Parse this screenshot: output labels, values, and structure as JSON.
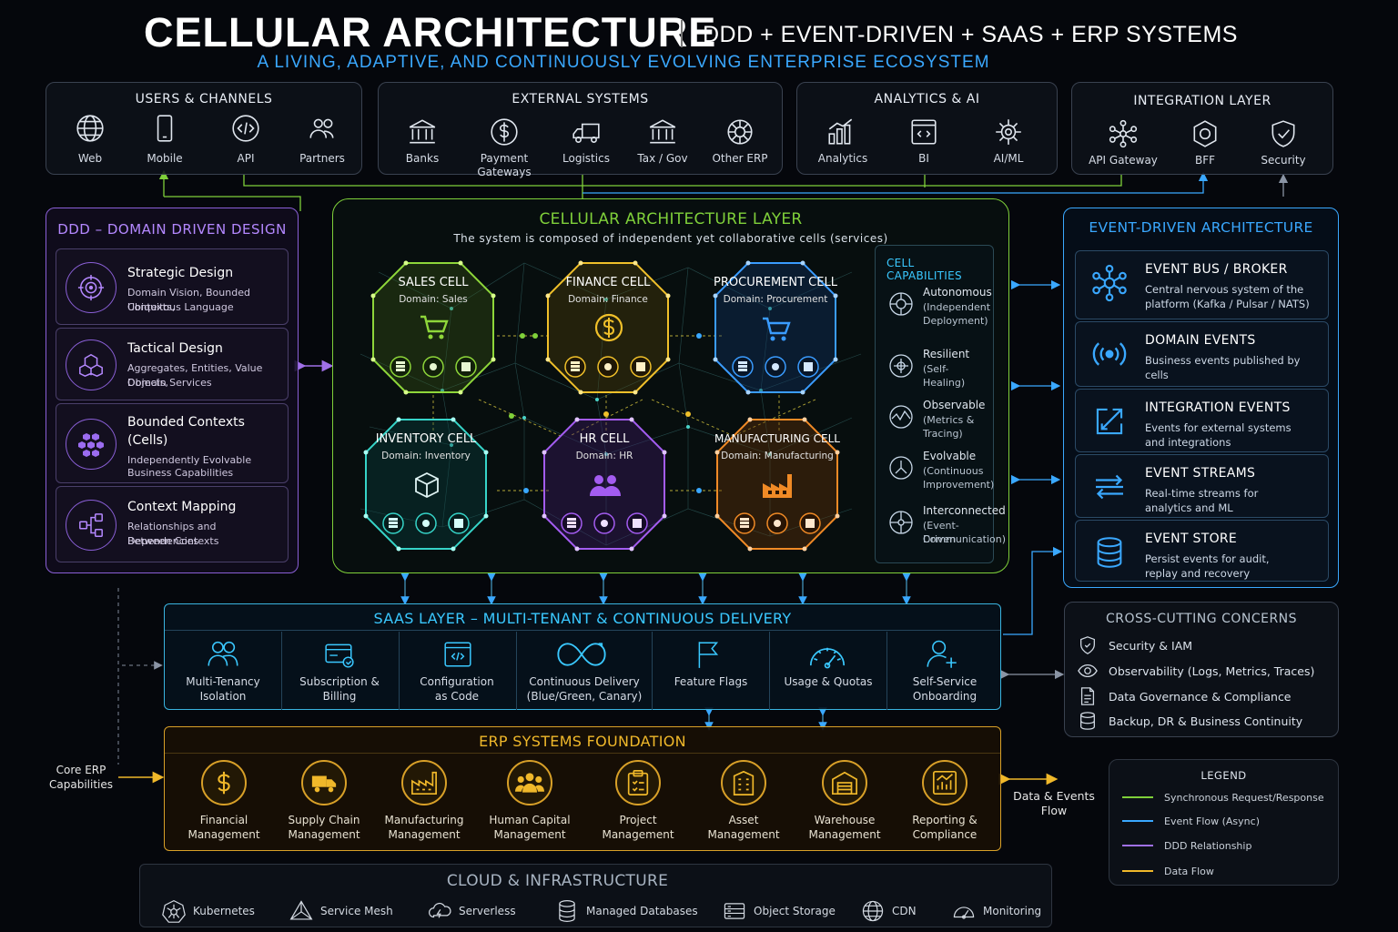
{
  "header": {
    "title": "CELLULAR ARCHITECTURE",
    "subtitle": "DDD + EVENT-DRIVEN + SAAS + ERP SYSTEMS",
    "tagline": "A LIVING, ADAPTIVE, AND CONTINUOUSLY EVOLVING ENTERPRISE ECOSYSTEM"
  },
  "users": {
    "title": "USERS & CHANNELS",
    "items": [
      "Web",
      "Mobile",
      "API",
      "Partners"
    ]
  },
  "external": {
    "title": "EXTERNAL SYSTEMS",
    "items": [
      "Banks",
      "Payment Gateways",
      "Logistics",
      "Tax / Gov",
      "Other ERP"
    ]
  },
  "analytics": {
    "title": "ANALYTICS & AI",
    "items": [
      "Analytics",
      "BI",
      "AI/ML"
    ]
  },
  "integration": {
    "title": "INTEGRATION LAYER",
    "items": [
      "API Gateway",
      "BFF",
      "Security"
    ]
  },
  "ddd": {
    "title": "DDD – DOMAIN DRIVEN DESIGN",
    "cards": [
      {
        "title": "Strategic Design",
        "desc1": "Domain Vision, Bounded Contexts,",
        "desc2": "Ubiquitous Language"
      },
      {
        "title": "Tactical Design",
        "desc1": "Aggregates, Entities, Value Objects,",
        "desc2": "Domain Services"
      },
      {
        "title": "Bounded Contexts",
        "title2": "(Cells)",
        "desc1": "Independently Evolvable",
        "desc2": "Business Capabilities"
      },
      {
        "title": "Context Mapping",
        "desc1": "Relationships and Dependencies",
        "desc2": "Between Contexts"
      }
    ]
  },
  "cellular": {
    "title": "CELLULAR ARCHITECTURE LAYER",
    "subtitle": "The system is composed of independent yet collaborative cells (services)",
    "cells": [
      {
        "name": "SALES CELL",
        "domain": "Domain: Sales",
        "color": "#8ed63a"
      },
      {
        "name": "FINANCE CELL",
        "domain": "Domain: Finance",
        "color": "#f0c02a"
      },
      {
        "name": "PROCUREMENT CELL",
        "domain": "Domain: Procurement",
        "color": "#3a9cff"
      },
      {
        "name": "INVENTORY CELL",
        "domain": "Domain: Inventory",
        "color": "#36d4c8"
      },
      {
        "name": "HR CELL",
        "domain": "Domain: HR",
        "color": "#a35cf0"
      },
      {
        "name": "MANUFACTURING CELL",
        "domain": "Domain: Manufacturing",
        "color": "#f08a26"
      }
    ],
    "capabilities_title": "CELL CAPABILITIES",
    "capabilities": [
      {
        "name": "Autonomous",
        "d1": "(Independent",
        "d2": "Deployment)"
      },
      {
        "name": "Resilient",
        "d1": "(Self-Healing)",
        "d2": ""
      },
      {
        "name": "Observable",
        "d1": "(Metrics & Tracing)",
        "d2": ""
      },
      {
        "name": "Evolvable",
        "d1": "(Continuous",
        "d2": "Improvement)"
      },
      {
        "name": "Interconnected",
        "d1": "(Event-Driven",
        "d2": "Communication)"
      }
    ]
  },
  "eda": {
    "title": "EVENT-DRIVEN ARCHITECTURE",
    "cards": [
      {
        "title": "EVENT BUS / BROKER",
        "d1": "Central nervous system of the",
        "d2": "platform (Kafka / Pulsar / NATS)"
      },
      {
        "title": "DOMAIN EVENTS",
        "d1": "Business events published by",
        "d2": "cells"
      },
      {
        "title": "INTEGRATION EVENTS",
        "d1": "Events for external systems",
        "d2": "and integrations"
      },
      {
        "title": "EVENT STREAMS",
        "d1": "Real-time streams for",
        "d2": "analytics and ML"
      },
      {
        "title": "EVENT STORE",
        "d1": "Persist events for audit,",
        "d2": "replay and recovery"
      }
    ]
  },
  "saas": {
    "title": "SAAS LAYER  –  MULTI-TENANT & CONTINUOUS DELIVERY",
    "items": [
      {
        "l1": "Multi-Tenancy",
        "l2": "Isolation"
      },
      {
        "l1": "Subscription &",
        "l2": "Billing"
      },
      {
        "l1": "Configuration",
        "l2": "as Code"
      },
      {
        "l1": "Continuous Delivery",
        "l2": "(Blue/Green, Canary)"
      },
      {
        "l1": "Feature Flags",
        "l2": ""
      },
      {
        "l1": "Usage & Quotas",
        "l2": ""
      },
      {
        "l1": "Self-Service",
        "l2": "Onboarding"
      }
    ]
  },
  "cross": {
    "title": "CROSS-CUTTING CONCERNS",
    "items": [
      "Security & IAM",
      "Observability (Logs, Metrics, Traces)",
      "Data Governance & Compliance",
      "Backup, DR & Business Continuity"
    ]
  },
  "erp": {
    "title": "ERP SYSTEMS FOUNDATION",
    "side_label_1": "Core ERP",
    "side_label_2": "Capabilities",
    "flow_label_1": "Data & Events",
    "flow_label_2": "Flow",
    "items": [
      {
        "l1": "Financial",
        "l2": "Management"
      },
      {
        "l1": "Supply Chain",
        "l2": "Management"
      },
      {
        "l1": "Manufacturing",
        "l2": "Management"
      },
      {
        "l1": "Human Capital",
        "l2": "Management"
      },
      {
        "l1": "Project",
        "l2": "Management"
      },
      {
        "l1": "Asset",
        "l2": "Management"
      },
      {
        "l1": "Warehouse",
        "l2": "Management"
      },
      {
        "l1": "Reporting &",
        "l2": "Compliance"
      }
    ]
  },
  "legend": {
    "title": "LEGEND",
    "items": [
      {
        "label": "Synchronous Request/Response",
        "color": "#7fd03a"
      },
      {
        "label": "Event Flow (Async)",
        "color": "#3aa8ff"
      },
      {
        "label": "DDD Relationship",
        "color": "#a070e8"
      },
      {
        "label": "Data Flow",
        "color": "#f0b82a"
      }
    ]
  },
  "infra": {
    "title": "CLOUD & INFRASTRUCTURE",
    "items": [
      "Kubernetes",
      "Service Mesh",
      "Serverless",
      "Managed Databases",
      "Object Storage",
      "CDN",
      "Monitoring"
    ]
  }
}
